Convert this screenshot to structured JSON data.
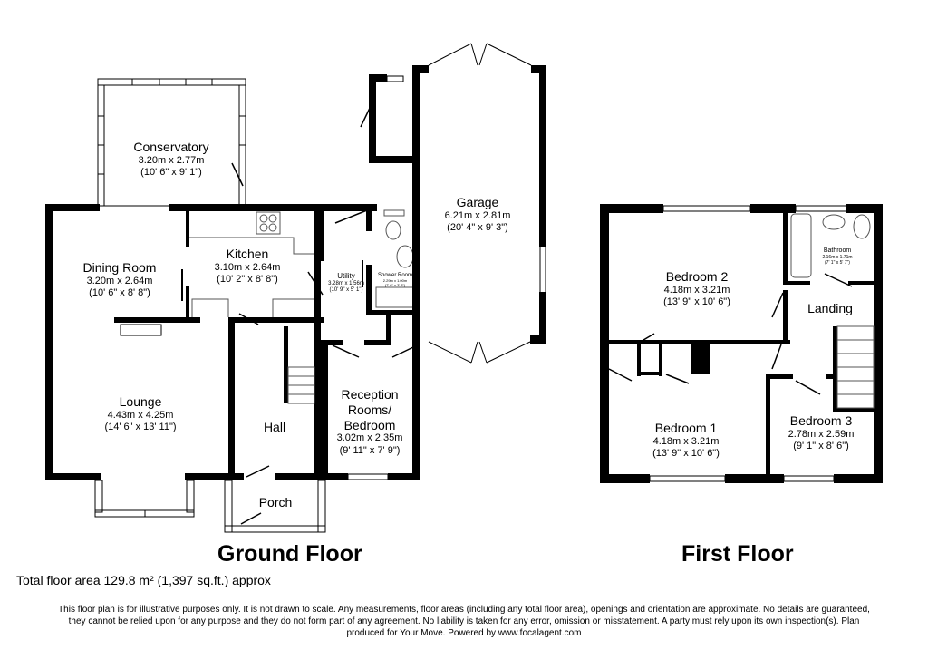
{
  "ground_floor": {
    "title": "Ground Floor",
    "rooms": [
      {
        "name": "Conservatory",
        "metric": "3.20m x 2.77m",
        "imperial": "(10' 6\" x 9' 1\")"
      },
      {
        "name": "Dining Room",
        "metric": "3.20m x 2.64m",
        "imperial": "(10' 6\" x 8' 8\")"
      },
      {
        "name": "Kitchen",
        "metric": "3.10m x 2.64m",
        "imperial": "(10' 2\" x 8' 8\")"
      },
      {
        "name": "Utility",
        "metric": "3.28m x 1.56m",
        "imperial": "(10' 9\" x 5' 1\")"
      },
      {
        "name": "Shower Room",
        "metric": "2.29m x 1.00m",
        "imperial": "(7' 6\" x 3' 3\")"
      },
      {
        "name": "Garage",
        "metric": "6.21m x 2.81m",
        "imperial": "(20' 4\" x 9' 3\")"
      },
      {
        "name": "Lounge",
        "metric": "4.43m x 4.25m",
        "imperial": "(14' 6\" x 13' 11\")"
      },
      {
        "name": "Hall",
        "metric": "",
        "imperial": ""
      },
      {
        "name": "Reception Rooms/ Bedroom",
        "line1": "Reception",
        "line2": "Rooms/",
        "line3": "Bedroom",
        "metric": "3.02m x 2.35m",
        "imperial": "(9' 11\" x 7' 9\")"
      },
      {
        "name": "Porch",
        "metric": "",
        "imperial": ""
      }
    ]
  },
  "first_floor": {
    "title": "First Floor",
    "rooms": [
      {
        "name": "Bedroom 2",
        "metric": "4.18m x 3.21m",
        "imperial": "(13' 9\" x 10' 6\")"
      },
      {
        "name": "Bathroom",
        "metric": "2.16m x 1.71m",
        "imperial": "(7' 1\" x 5' 7\")"
      },
      {
        "name": "Landing",
        "metric": "",
        "imperial": ""
      },
      {
        "name": "Bedroom 1",
        "metric": "4.18m x 3.21m",
        "imperial": "(13' 9\" x 10' 6\")"
      },
      {
        "name": "Bedroom 3",
        "metric": "2.78m x 2.59m",
        "imperial": "(9' 1\" x 8' 6\")"
      }
    ]
  },
  "total_area": "Total floor area 129.8 m² (1,397 sq.ft.) approx",
  "disclaimer": {
    "line1": "This floor plan is for illustrative purposes only. It is not drawn to scale. Any measurements, floor areas (including any total floor area), openings and orientation are approximate. No details are guaranteed,",
    "line2": "they cannot be relied upon for any purpose and they do not form part of any agreement. No liability is taken for any error, omission or misstatement. A party must rely upon its own inspection(s).  Plan",
    "line3": "produced for Your Move. Powered by www.focalagent.com"
  },
  "colors": {
    "wall": "#000000",
    "background": "#ffffff",
    "fixture": "#555555"
  }
}
